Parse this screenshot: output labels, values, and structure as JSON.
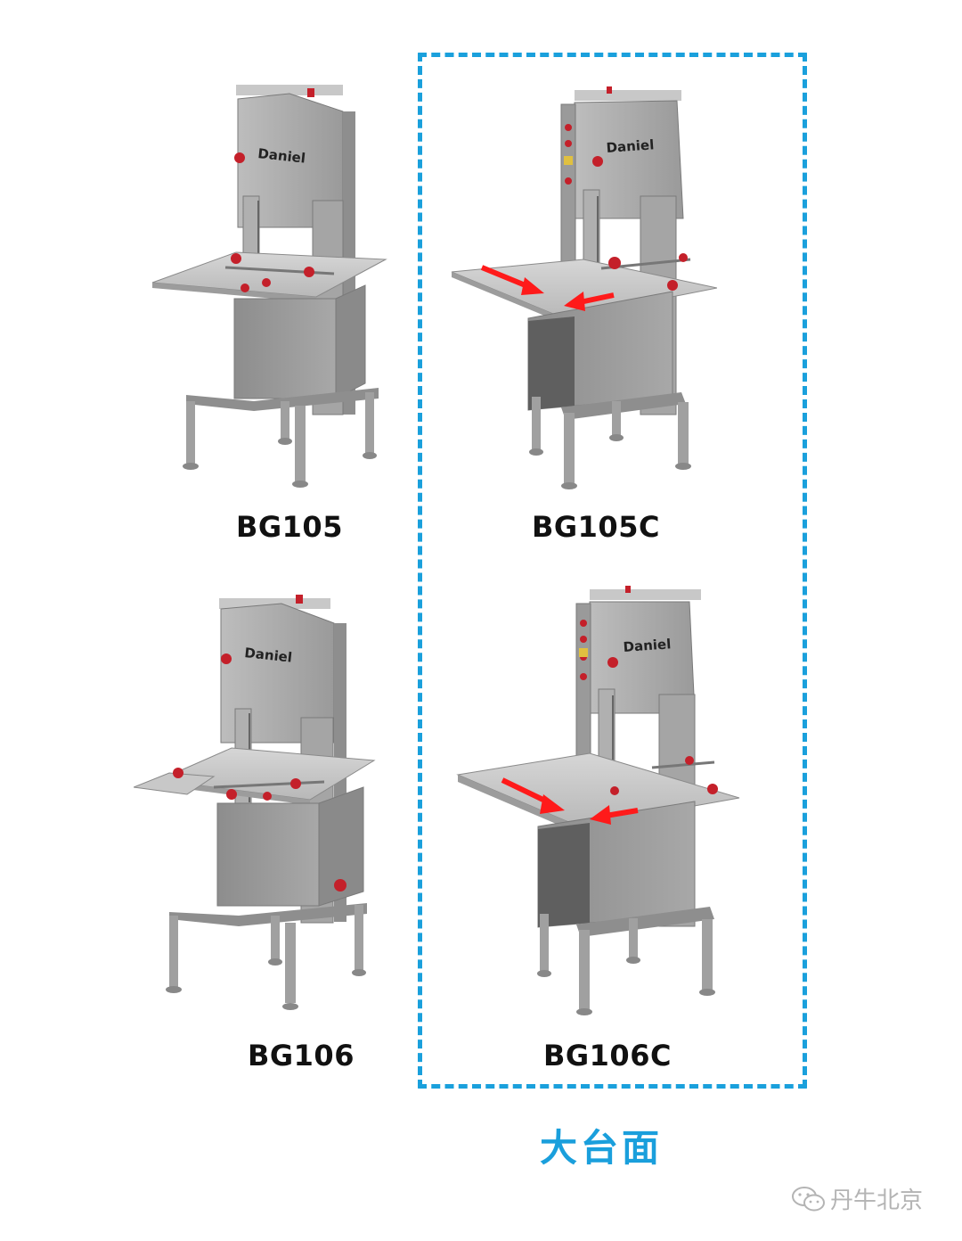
{
  "brand": "Daniel",
  "machines": [
    {
      "model": "BG105",
      "arrows": false
    },
    {
      "model": "BG105C",
      "arrows": true
    },
    {
      "model": "BG106",
      "arrows": false
    },
    {
      "model": "BG106C",
      "arrows": true
    }
  ],
  "highlight_label": "大台面",
  "watermark_text": "丹牛北京",
  "colors": {
    "accent": "#1aa0dc",
    "arrow": "#ff1a1a",
    "knob": "#c4202a",
    "steel": "#9c9c9c"
  }
}
